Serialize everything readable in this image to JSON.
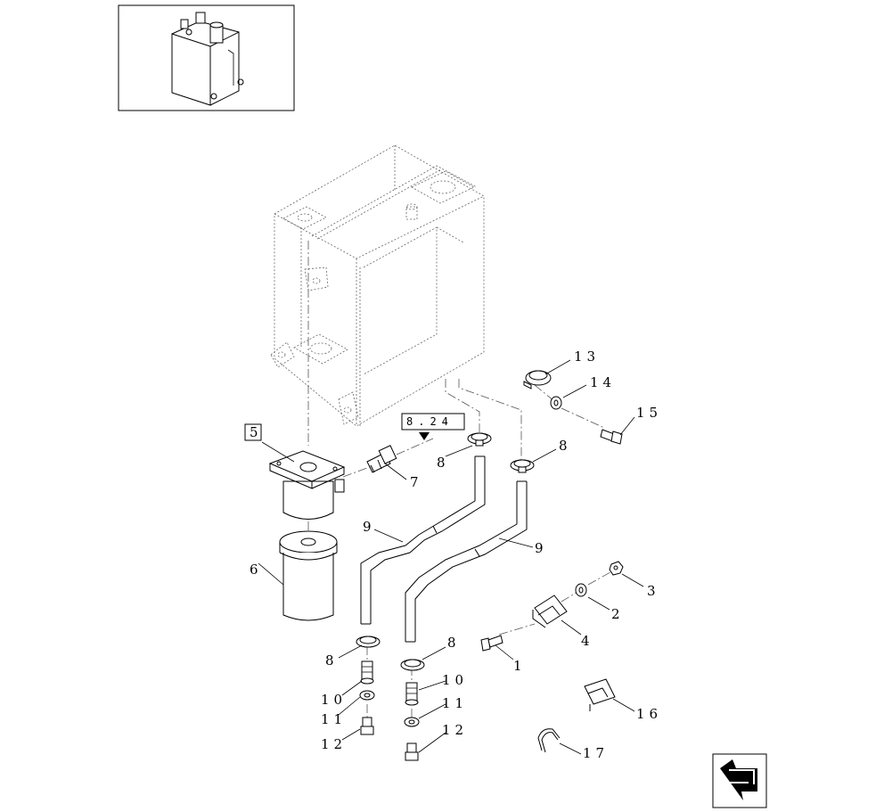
{
  "reference_box": "8.24",
  "callouts": {
    "c1": "1",
    "c2": "2",
    "c3": "3",
    "c4": "4",
    "c5": "5",
    "c6": "6",
    "c7": "7",
    "c8a": "8",
    "c8b": "8",
    "c8c": "8",
    "c8d": "8",
    "c9a": "9",
    "c9b": "9",
    "c10a": "10",
    "c10b": "10",
    "c11a": "11",
    "c11b": "11",
    "c12a": "12",
    "c12b": "12",
    "c13": "13",
    "c14": "14",
    "c15": "15",
    "c16": "16",
    "c17": "17"
  },
  "icons": {
    "thumbnail": "tank-assembly-thumbnail",
    "nav": "previous-page-arrow-icon"
  }
}
